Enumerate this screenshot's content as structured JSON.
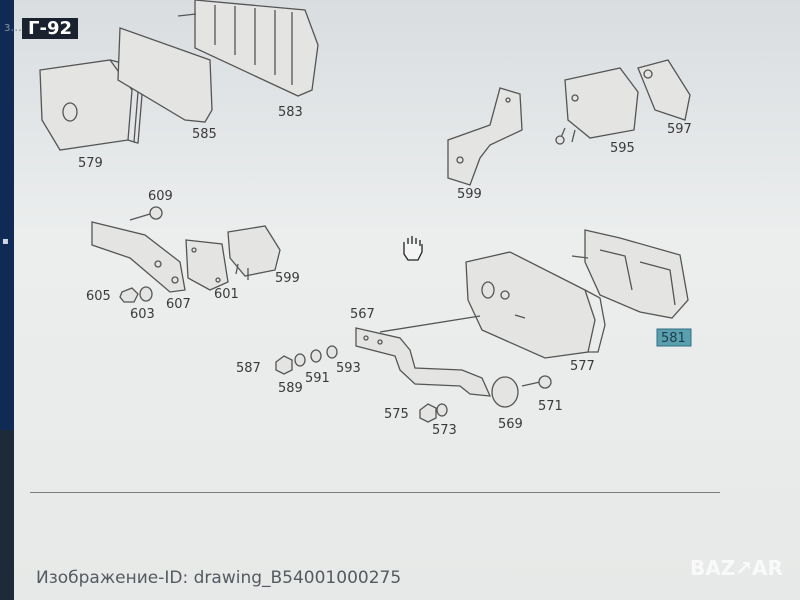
{
  "header": {
    "tag": "Г-92",
    "ellipsis": "з..."
  },
  "parts": [
    {
      "id": "579",
      "label": "579"
    },
    {
      "id": "585",
      "label": "585"
    },
    {
      "id": "583",
      "label": "583"
    },
    {
      "id": "609",
      "label": "609"
    },
    {
      "id": "605",
      "label": "605"
    },
    {
      "id": "603",
      "label": "603"
    },
    {
      "id": "607",
      "label": "607"
    },
    {
      "id": "601",
      "label": "601"
    },
    {
      "id": "599a",
      "label": "599"
    },
    {
      "id": "599b",
      "label": "599"
    },
    {
      "id": "595",
      "label": "595"
    },
    {
      "id": "597",
      "label": "597"
    },
    {
      "id": "567",
      "label": "567"
    },
    {
      "id": "577",
      "label": "577"
    },
    {
      "id": "581",
      "label": "581",
      "highlighted": true
    },
    {
      "id": "587",
      "label": "587"
    },
    {
      "id": "589",
      "label": "589"
    },
    {
      "id": "591",
      "label": "591"
    },
    {
      "id": "593",
      "label": "593"
    },
    {
      "id": "575",
      "label": "575"
    },
    {
      "id": "573",
      "label": "573"
    },
    {
      "id": "569",
      "label": "569"
    },
    {
      "id": "571",
      "label": "571"
    }
  ],
  "footer": {
    "image_id": "Изображение-ID: drawing_B54001000275"
  },
  "watermark": "BAZ↗AR",
  "colors": {
    "highlight": "#5a9fb0",
    "screen_bg": "#e7e9e8",
    "strip": "#0f2a55"
  }
}
